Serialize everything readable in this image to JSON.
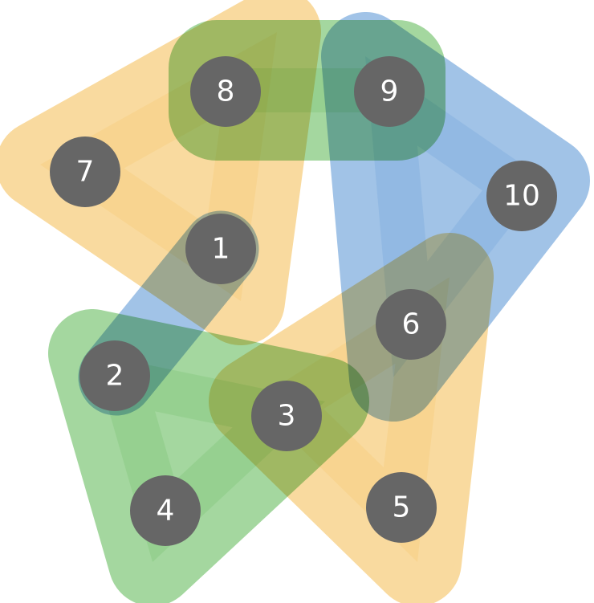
{
  "colors": {
    "orange": "#f8d38e",
    "green": "#94d08e",
    "blue": "#90b9e3",
    "node": "#666666",
    "label": "#ffffff"
  },
  "nodes": [
    {
      "id": "1",
      "label": "1"
    },
    {
      "id": "2",
      "label": "2"
    },
    {
      "id": "3",
      "label": "3"
    },
    {
      "id": "4",
      "label": "4"
    },
    {
      "id": "5",
      "label": "5"
    },
    {
      "id": "6",
      "label": "6"
    },
    {
      "id": "7",
      "label": "7"
    },
    {
      "id": "8",
      "label": "8"
    },
    {
      "id": "9",
      "label": "9"
    },
    {
      "id": "10",
      "label": "10"
    }
  ],
  "hyperedges": [
    {
      "id": "e-7-8-1",
      "members": [
        "7",
        "8",
        "1"
      ],
      "color": "orange"
    },
    {
      "id": "e-8-9",
      "members": [
        "8",
        "9"
      ],
      "color": "green"
    },
    {
      "id": "e-9-10-6",
      "members": [
        "9",
        "10",
        "6"
      ],
      "color": "blue"
    },
    {
      "id": "e-1-2",
      "members": [
        "1",
        "2"
      ],
      "color": "blue"
    },
    {
      "id": "e-2-3-4",
      "members": [
        "2",
        "3",
        "4"
      ],
      "color": "green"
    },
    {
      "id": "e-3-6-5",
      "members": [
        "3",
        "6",
        "5"
      ],
      "color": "orange"
    }
  ]
}
